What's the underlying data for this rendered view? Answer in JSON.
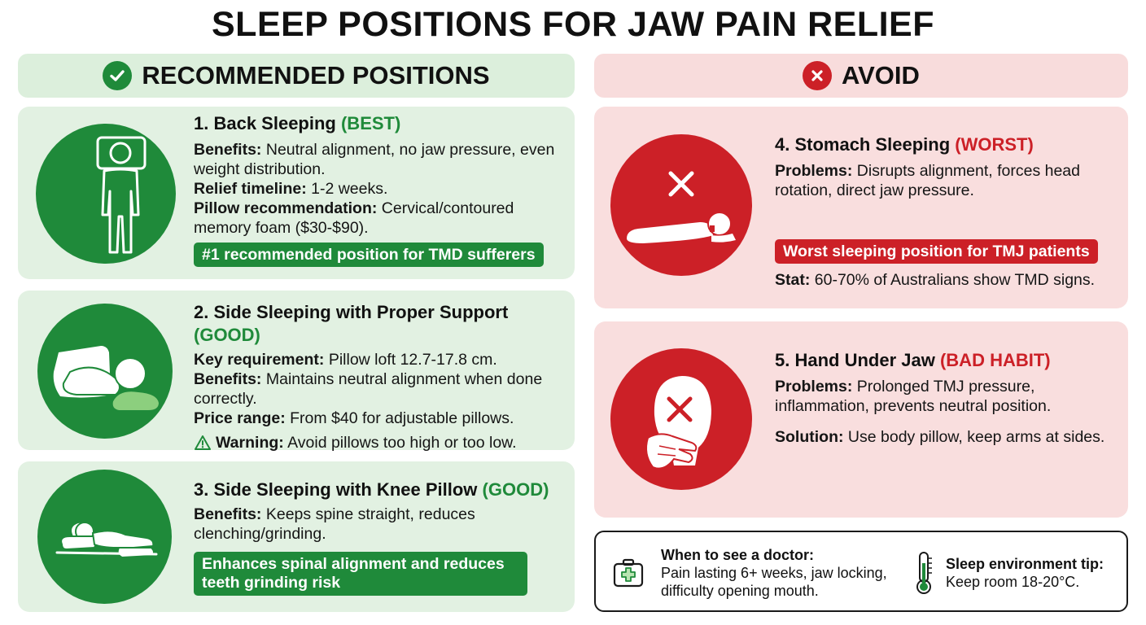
{
  "title": "SLEEP POSITIONS FOR JAW PAIN RELIEF",
  "recommended": {
    "heading": "RECOMMENDED POSITIONS",
    "items": [
      {
        "name": "1. Back Sleeping",
        "tag": "(BEST)",
        "lines": [
          {
            "label": "Benefits:",
            "text": "Neutral alignment, no jaw pressure, even weight distribution."
          },
          {
            "label": "Relief timeline:",
            "text": "1-2 weeks."
          },
          {
            "label": "Pillow recommendation:",
            "text": "Cervical/contoured memory foam ($30-$90)."
          }
        ],
        "highlight": "#1 recommended position for TMD sufferers"
      },
      {
        "name": "2. Side Sleeping with Proper Support",
        "tag": "(GOOD)",
        "lines": [
          {
            "label": "Key requirement:",
            "text": "Pillow loft 12.7-17.8 cm."
          },
          {
            "label": "Benefits:",
            "text": "Maintains neutral alignment when done correctly."
          },
          {
            "label": "Price range:",
            "text": "From $40 for adjustable pillows."
          }
        ],
        "warning": {
          "label": "Warning:",
          "text": "Avoid pillows too high or too low."
        }
      },
      {
        "name": "3. Side Sleeping with Knee Pillow",
        "tag": "(GOOD)",
        "lines": [
          {
            "label": "Benefits:",
            "text": "Keeps spine straight, reduces clenching/grinding."
          }
        ],
        "highlight": "Enhances spinal alignment and reduces teeth grinding risk"
      }
    ]
  },
  "avoid": {
    "heading": "AVOID",
    "items": [
      {
        "name": "4. Stomach Sleeping",
        "tag": "(WORST)",
        "lines": [
          {
            "label": "Problems:",
            "text": "Disrupts alignment, forces head rotation, direct jaw pressure."
          }
        ],
        "highlight": "Worst sleeping position for TMJ patients",
        "stat": {
          "label": "Stat:",
          "text": "60-70% of Australians show TMD signs."
        }
      },
      {
        "name": "5. Hand Under Jaw",
        "tag": "(BAD HABIT)",
        "lines": [
          {
            "label": "Problems:",
            "text": "Prolonged TMJ pressure, inflammation, prevents neutral position."
          },
          {
            "label": "Solution:",
            "text": "Use body pillow, keep arms at sides."
          }
        ]
      }
    ]
  },
  "tips": {
    "doctor": {
      "label": "When to see a doctor:",
      "text": "Pain lasting 6+ weeks, jaw locking, difficulty opening mouth."
    },
    "environment": {
      "label": "Sleep environment tip:",
      "text": "Keep room 18-20°C."
    }
  },
  "colors": {
    "good": "#1f8a3a",
    "bad": "#cc2027",
    "good_bg": "#e2f1e2",
    "bad_bg": "#f9dede"
  }
}
